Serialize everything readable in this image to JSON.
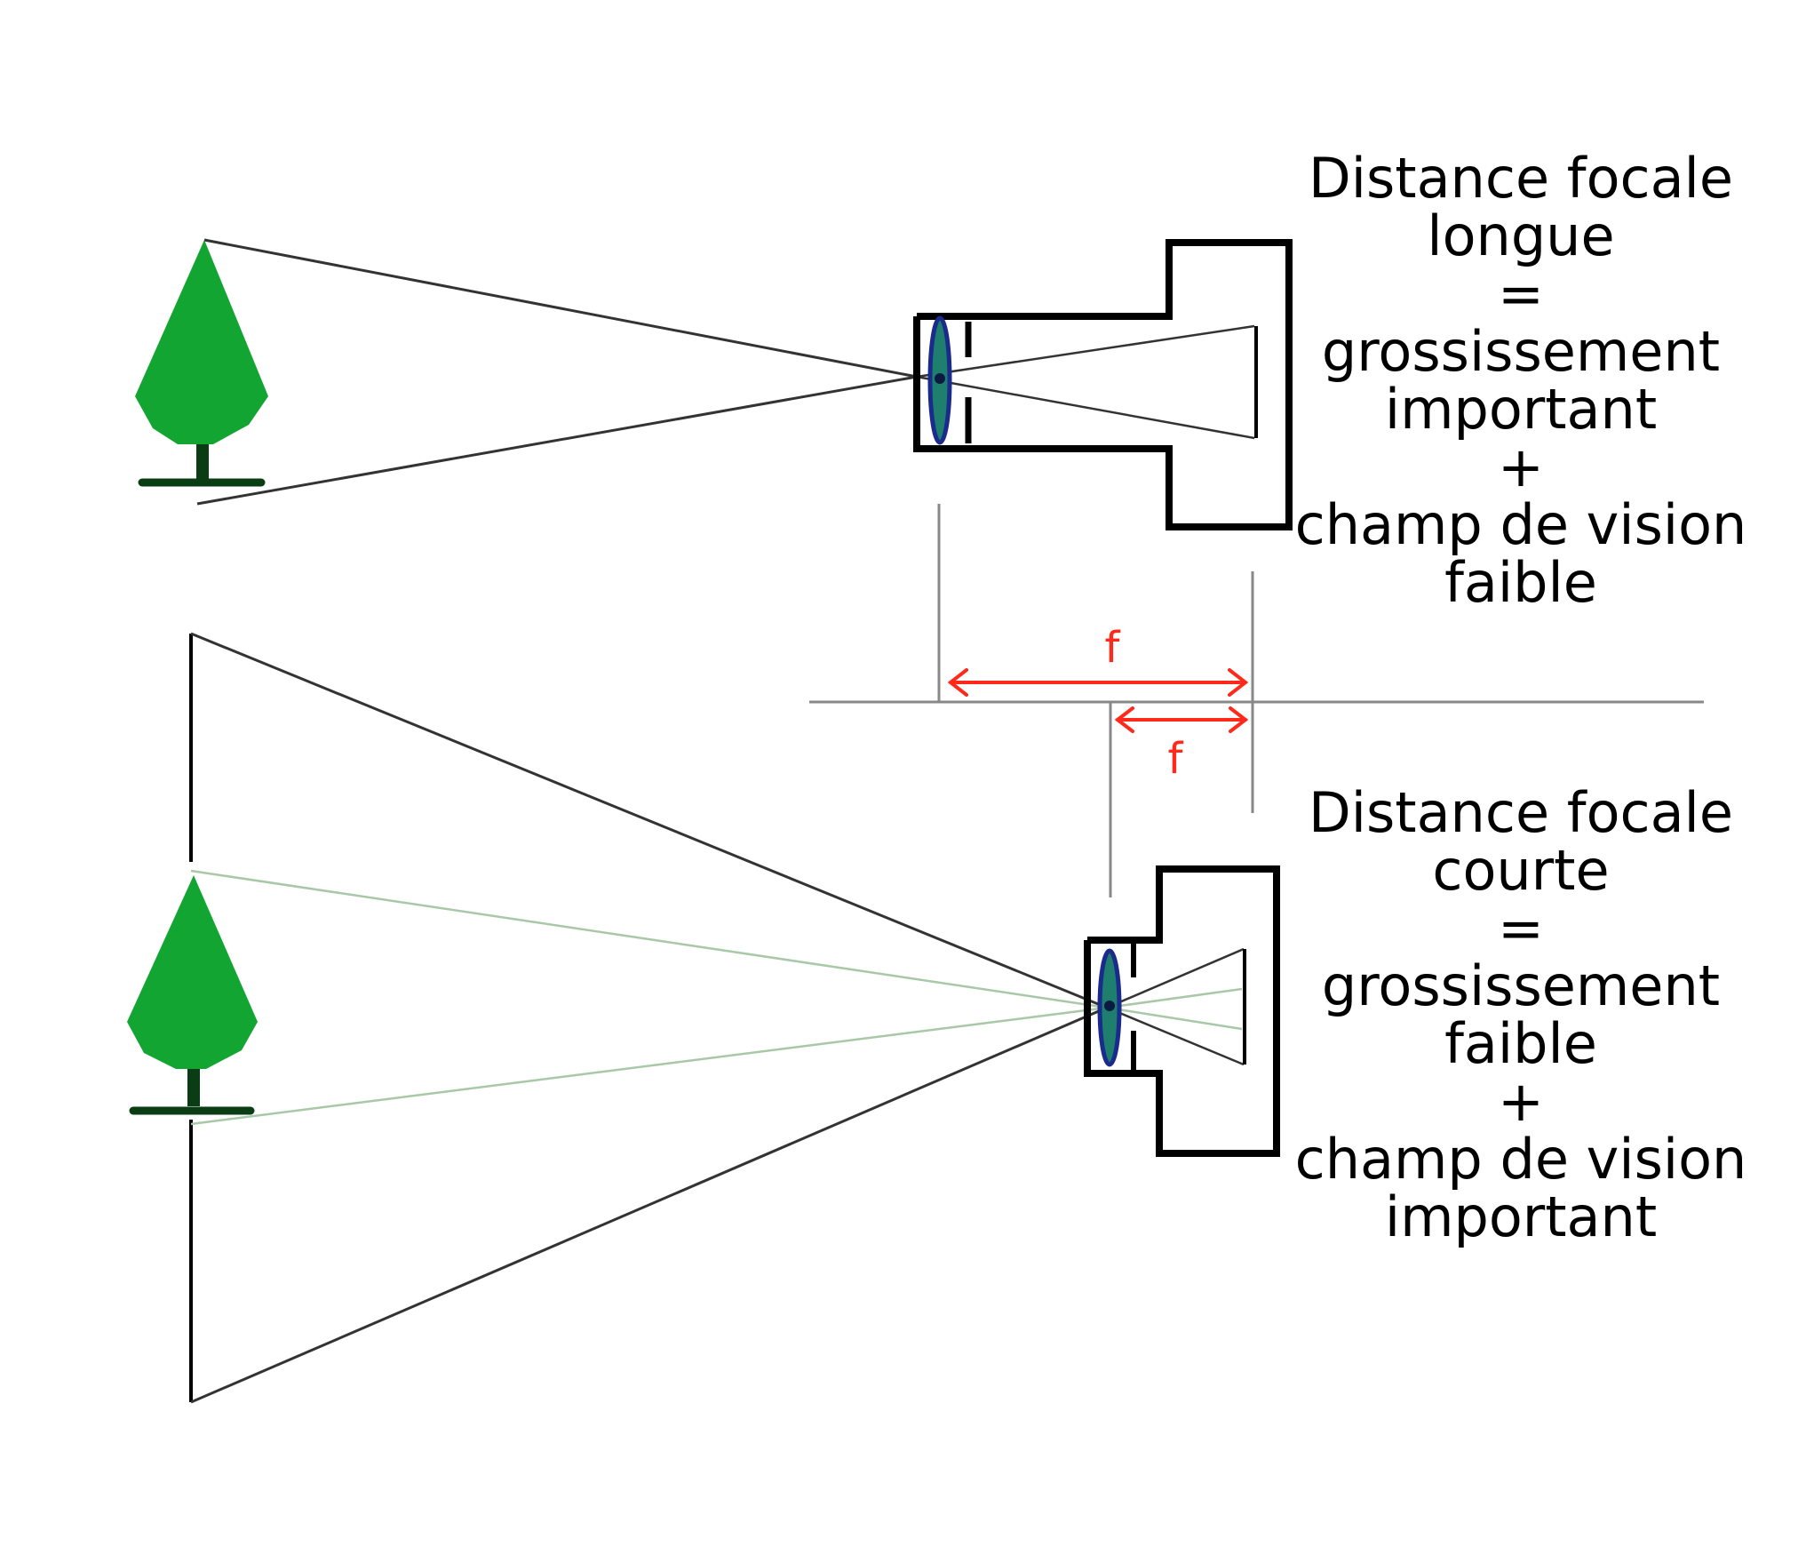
{
  "colors": {
    "tree": "#12a532",
    "trunk": "#0a3d14",
    "camera": "#000000",
    "lens": "#1a2b8c",
    "lens_fill": "#1f7f6f",
    "ray": "#333333",
    "ray_light": "#a8c8a8",
    "axis": "#888888",
    "focal_arrow": "#ff2a1a"
  },
  "long_focal": {
    "caption_lines": [
      "Distance focale",
      "longue",
      "=",
      "grossissement",
      "important",
      "+",
      "champ de vision",
      "faible"
    ],
    "focal_label": "f"
  },
  "short_focal": {
    "caption_lines": [
      "Distance focale",
      "courte",
      "=",
      "grossissement",
      "faible",
      "+",
      "champ de vision",
      "important"
    ],
    "focal_label": "f"
  },
  "icons": [
    "tree-icon",
    "camera-icon",
    "lens-icon"
  ]
}
